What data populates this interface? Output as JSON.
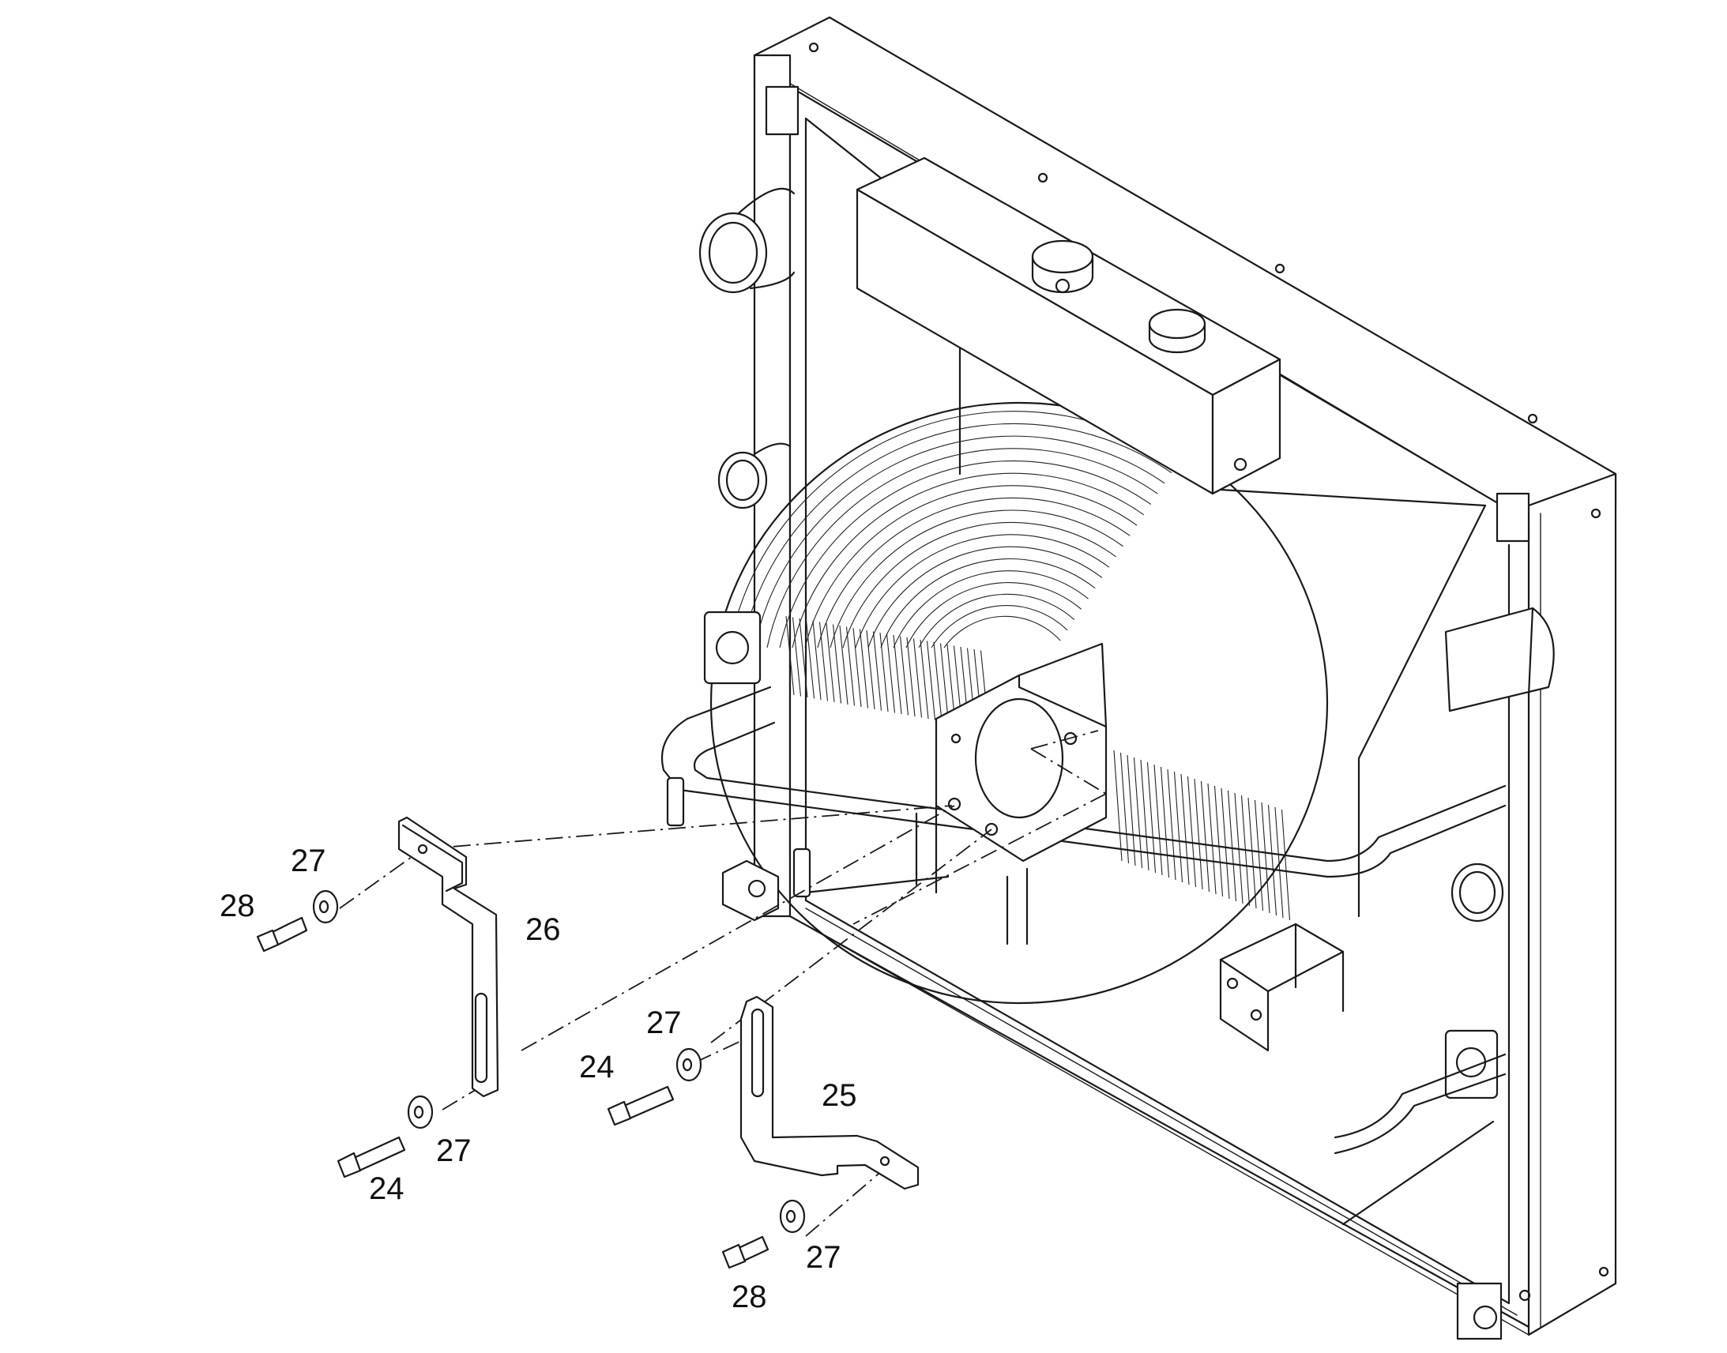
{
  "callouts": [
    {
      "id": "c-27-a",
      "label": "27"
    },
    {
      "id": "c-28-a",
      "label": "28"
    },
    {
      "id": "c-26",
      "label": "26"
    },
    {
      "id": "c-27-b",
      "label": "27"
    },
    {
      "id": "c-24-a",
      "label": "24"
    },
    {
      "id": "c-27-c",
      "label": "27"
    },
    {
      "id": "c-24-b",
      "label": "24"
    },
    {
      "id": "c-25",
      "label": "25"
    },
    {
      "id": "c-27-d",
      "label": "27"
    },
    {
      "id": "c-28-b",
      "label": "28"
    }
  ],
  "colors": {
    "line": "#1a1a1a",
    "background": "#ffffff"
  }
}
